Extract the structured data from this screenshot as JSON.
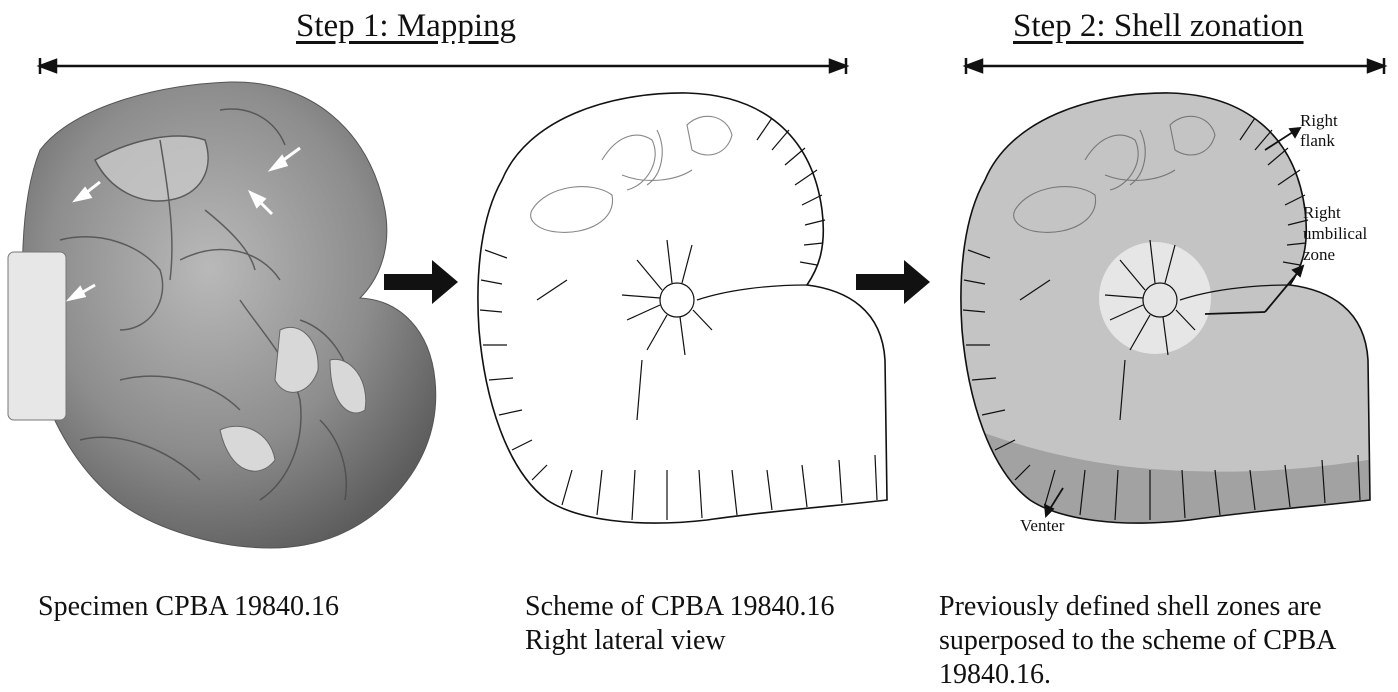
{
  "step1": {
    "title": "Step 1: Mapping"
  },
  "step2": {
    "title": "Step 2: Shell zonation"
  },
  "captions": {
    "specimen": "Specimen CPBA 19840.16",
    "scheme_line1": "Scheme of CPBA 19840.16",
    "scheme_line2": "Right lateral view",
    "zonation": "Previously defined shell zones are superposed to the scheme of CPBA 19840.16."
  },
  "zone_labels": {
    "right_flank_1": "Right",
    "right_flank_2": "flank",
    "right_umbilical_1": "Right",
    "right_umbilical_2": "umbilical",
    "right_umbilical_3": "zone",
    "venter": "Venter"
  },
  "colors": {
    "zone_fill": "#c4c4c4",
    "venter_fill": "#a2a2a2",
    "umbilical_fill": "#e6e6e6",
    "photo_base": "#8a8a8a",
    "line": "#111111"
  },
  "icons": [
    "double-headed-arrow-icon",
    "right-arrow-icon",
    "white-arrow-icon"
  ]
}
